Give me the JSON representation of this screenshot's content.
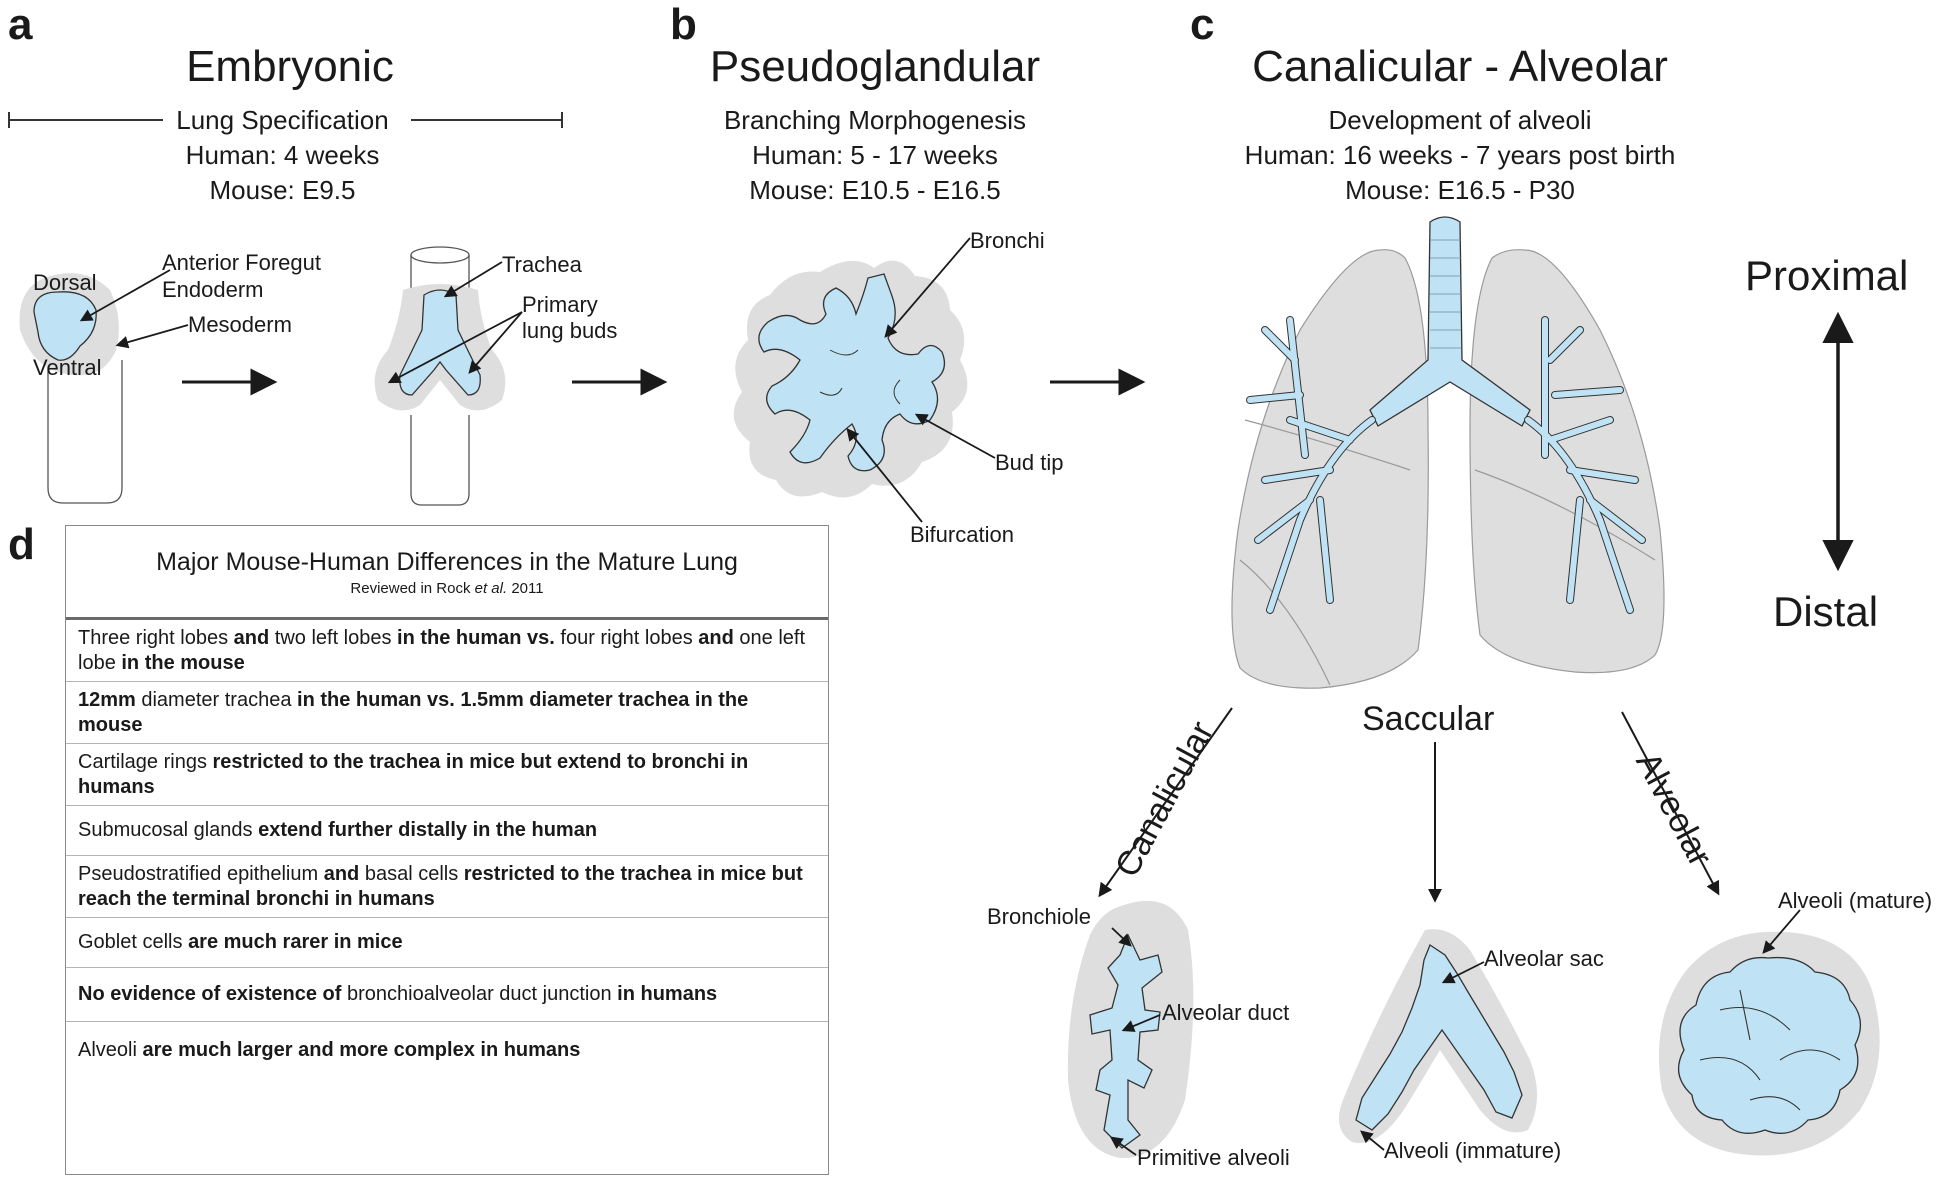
{
  "panels": {
    "a": {
      "letter": "a",
      "title": "Embryonic",
      "subtitle": "Lung Specification",
      "human": "Human: 4 weeks",
      "mouse": "Mouse: E9.5",
      "labels": {
        "dorsal": "Dorsal",
        "ventral": "Ventral",
        "foregut": [
          "Anterior Foregut",
          "Endoderm"
        ],
        "mesoderm": "Mesoderm",
        "trachea": "Trachea",
        "buds": [
          "Primary",
          "lung buds"
        ]
      }
    },
    "b": {
      "letter": "b",
      "title": "Pseudoglandular",
      "subtitle": "Branching Morphogenesis",
      "human": "Human: 5 - 17 weeks",
      "mouse": "Mouse: E10.5 - E16.5",
      "labels": {
        "bronchi": "Bronchi",
        "bud_tip": "Bud tip",
        "bifurcation": "Bifurcation"
      }
    },
    "c": {
      "letter": "c",
      "title": "Canalicular - Alveolar",
      "subtitle": "Development of alveoli",
      "human": "Human: 16 weeks - 7 years post birth",
      "mouse": "Mouse: E16.5 - P30",
      "proximal": "Proximal",
      "distal": "Distal",
      "stages": {
        "canalicular": "Canalicular",
        "saccular": "Saccular",
        "alveolar": "Alveolar"
      },
      "labels": {
        "bronchiole": "Bronchiole",
        "alveolar_duct": "Alveolar duct",
        "primitive_alveoli": "Primitive alveoli",
        "alveolar_sac": "Alveolar sac",
        "alveoli_immature": "Alveoli (immature)",
        "alveoli_mature": "Alveoli (mature)"
      }
    },
    "d": {
      "letter": "d",
      "table_title": "Major Mouse-Human Differences in the Mature Lung",
      "citation": {
        "pre": "Reviewed in Rock ",
        "italic": "et al.",
        "post": " 2011"
      },
      "rows": [
        [
          [
            "Three right lobes ",
            false
          ],
          [
            "and",
            true
          ],
          [
            " two left lobes ",
            false
          ],
          [
            "in the human vs.",
            true
          ],
          [
            " four right lobes ",
            false
          ],
          [
            "and",
            true
          ],
          [
            " one left lobe ",
            false
          ],
          [
            "in the mouse",
            true
          ]
        ],
        [
          [
            "12mm",
            true
          ],
          [
            " diameter trachea ",
            false
          ],
          [
            "in the human vs. 1.5mm diameter trachea in the mouse",
            true
          ]
        ],
        [
          [
            "Cartilage rings ",
            false
          ],
          [
            "restricted to the trachea in mice but extend to bronchi in humans",
            true
          ]
        ],
        [
          [
            "Submucosal glands ",
            false
          ],
          [
            "extend further distally in the human",
            true
          ]
        ],
        [
          [
            "Pseudostratified epithelium ",
            false
          ],
          [
            "and",
            true
          ],
          [
            " basal cells ",
            false
          ],
          [
            "restricted to the trachea in mice but reach the terminal bronchi in humans",
            true
          ]
        ],
        [
          [
            "Goblet cells ",
            false
          ],
          [
            "are much rarer in mice",
            true
          ]
        ],
        [
          [
            "No evidence of existence of",
            true
          ],
          [
            " bronchioalveolar duct junction ",
            false
          ],
          [
            "in humans",
            true
          ]
        ],
        [
          [
            "Alveoli ",
            false
          ],
          [
            "are much larger and more complex in humans",
            true
          ]
        ]
      ]
    }
  },
  "colors": {
    "epithelium_blue": "#bfe3f5",
    "mesenchyme_gray": "#dedede",
    "outline": "#333333"
  }
}
